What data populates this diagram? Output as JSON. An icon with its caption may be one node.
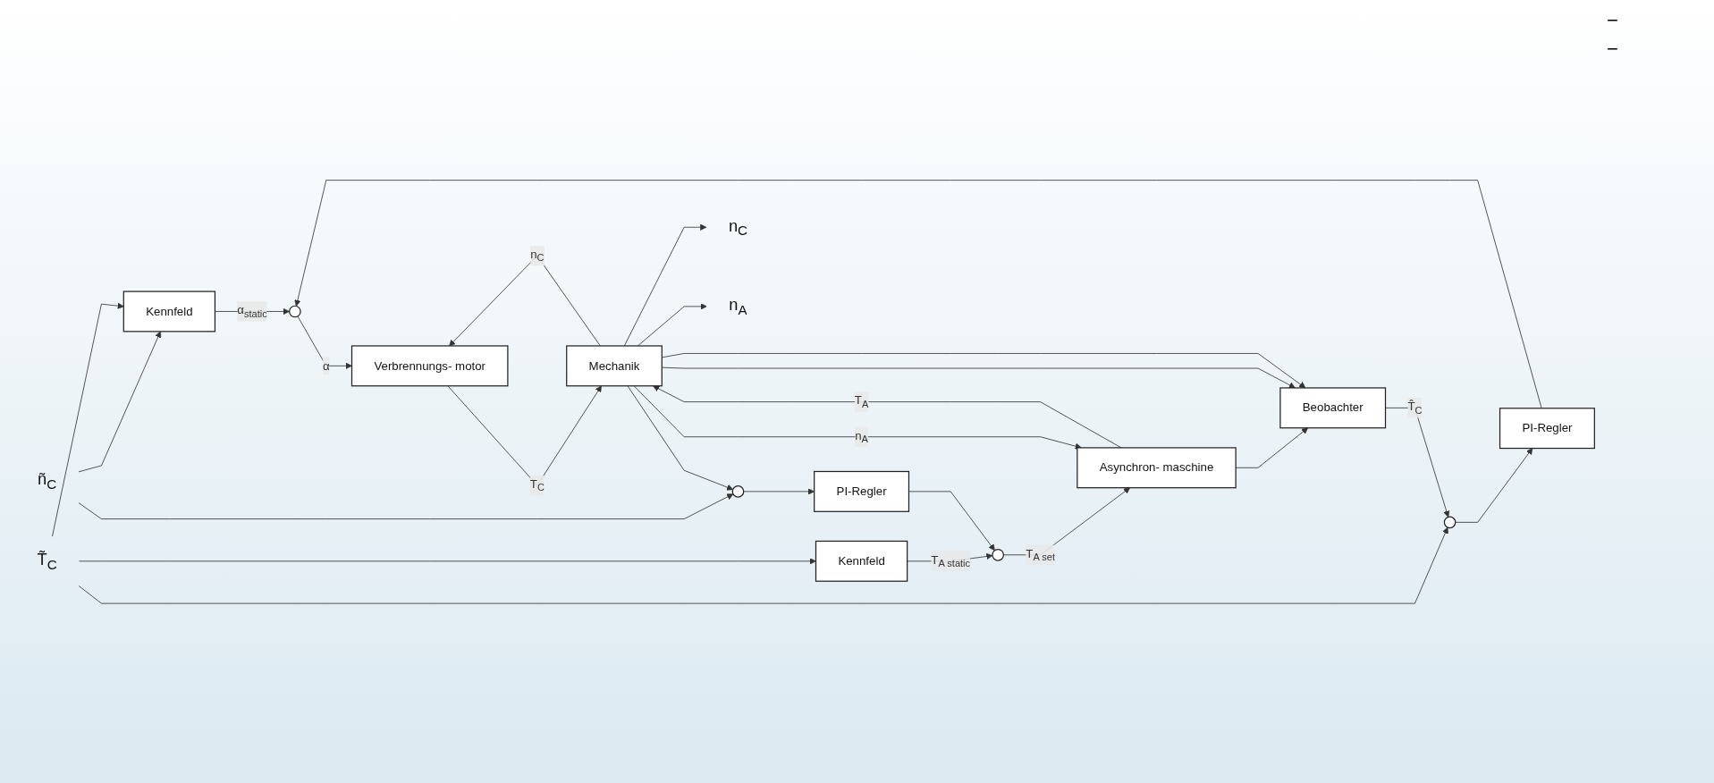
{
  "diagram": {
    "nodes": [
      {
        "text": [
          "Kennfeld"
        ]
      },
      {
        "text": [
          "PI-Regler"
        ]
      },
      {
        "text": [
          "Kennfeld"
        ]
      },
      {
        "text": [
          "PI-Regler"
        ]
      },
      {
        "text": [
          "Verbrennungs- motor"
        ]
      },
      {
        "text": [
          "Asynchron- maschine"
        ]
      },
      {
        "text": [
          "Mechanik"
        ]
      },
      {
        "text": [
          "Beobachter"
        ]
      },
      {
        "text": [],
        "shape": "circle"
      },
      {
        "text": [],
        "shape": "circle"
      },
      {
        "text": [],
        "shape": "circle"
      },
      {
        "text": [],
        "shape": "circle"
      },
      {
        "text": [
          "T̃$_{C}$"
        ]
      },
      {
        "text": [
          "ñ$_{C}$"
        ]
      },
      {
        "text": [
          "n$_{C}$"
        ]
      },
      {
        "text": [
          "n$_{A}$"
        ]
      }
    ],
    "edges": [
      {
        "from": 13,
        "to": 0,
        "arrow": "to"
      },
      {
        "from": 12,
        "to": 0,
        "arrow": "to"
      },
      {
        "from": 12,
        "to": 8,
        "arrow": "to"
      },
      {
        "from": 12,
        "to": 2,
        "arrow": "to"
      },
      {
        "from": 13,
        "to": 10,
        "arrow": "to"
      },
      {
        "from": 8,
        "to": 1,
        "arrow": "to"
      },
      {
        "from": 1,
        "to": 9,
        "arrow": "to"
      },
      {
        "from": 0,
        "to": 9,
        "arrow": "to",
        "label": "α$_{static}$"
      },
      {
        "from": 9,
        "to": 4,
        "arrow": "to",
        "label": "α"
      },
      {
        "from": 2,
        "to": 11,
        "arrow": "to",
        "label": "T$_{A static}$"
      },
      {
        "from": 10,
        "to": 3,
        "arrow": "to"
      },
      {
        "from": 3,
        "to": 11,
        "arrow": "to"
      },
      {
        "from": 11,
        "to": 5,
        "arrow": "to",
        "label": "T$_{A set}$"
      },
      {
        "from": 4,
        "to": 6,
        "arrow": "to",
        "label": "T$_{C}$"
      },
      {
        "from": 5,
        "to": 6,
        "arrow": "to",
        "label": "T$_{A}$"
      },
      {
        "from": 5,
        "to": 7,
        "arrow": "to"
      },
      {
        "from": 6,
        "to": 14,
        "arrow": "to"
      },
      {
        "from": 6,
        "to": 15,
        "arrow": "to"
      },
      {
        "from": 6,
        "to": 4,
        "arrow": "to",
        "label": "n$_{C}$"
      },
      {
        "from": 6,
        "to": 10,
        "arrow": "to"
      },
      {
        "from": 6,
        "to": 7,
        "arrow": "to"
      },
      {
        "from": 6,
        "to": 5,
        "arrow": "to",
        "label": "n$_{A}$"
      },
      {
        "from": 6,
        "to": 7,
        "arrow": "to"
      },
      {
        "from": 7,
        "to": 8,
        "arrow": "to",
        "label": "T̂$_{C}$"
      }
    ],
    "labels": [
      "−",
      "−"
    ]
  }
}
